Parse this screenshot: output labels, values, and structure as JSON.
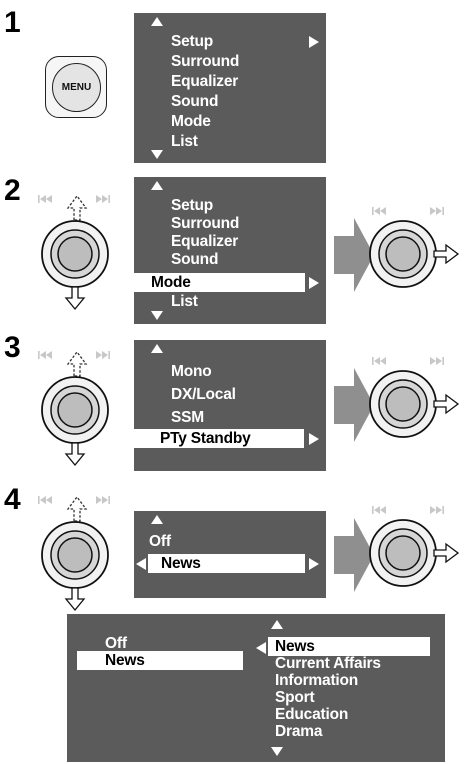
{
  "steps": [
    {
      "number": "1",
      "menu_button_label": "MENU",
      "menu": {
        "items": [
          "Setup",
          "Surround",
          "Equalizer",
          "Sound",
          "Mode",
          "List"
        ],
        "selected_index": 0
      }
    },
    {
      "number": "2",
      "menu": {
        "items": [
          "Setup",
          "Surround",
          "Equalizer",
          "Sound",
          "Mode",
          "List"
        ],
        "selected_index": 4
      }
    },
    {
      "number": "3",
      "menu": {
        "items": [
          "Mono",
          "DX/Local",
          "SSM",
          "PTy Standby"
        ],
        "selected_index": 3
      }
    },
    {
      "number": "4",
      "menu": {
        "items": [
          "Off",
          "News"
        ],
        "selected_index": 1
      }
    }
  ],
  "expanded_menu": {
    "left_items": [
      "Off",
      "News"
    ],
    "left_selected_index": 1,
    "right_items": [
      "News",
      "Current Affairs",
      "Information",
      "Sport",
      "Education",
      "Drama"
    ],
    "right_selected_index": 0
  },
  "colors": {
    "screen_background": "#5b5b5b",
    "highlight": "#ffffff",
    "arrow_gray": "#8f8f8f"
  },
  "icons": [
    "menu-button",
    "control-dial",
    "skip-back-icon",
    "skip-forward-icon",
    "up-arrow-icon",
    "down-arrow-icon",
    "right-arrow-icon",
    "large-gray-arrow-icon"
  ]
}
